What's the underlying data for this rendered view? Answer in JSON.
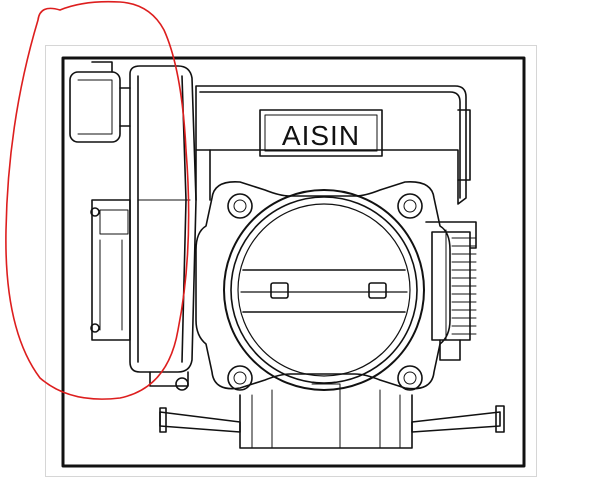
{
  "figure": {
    "brand_label": "AISIN"
  },
  "colors": {
    "line": "#111111",
    "annotation": "#dd1e1e",
    "background": "#ffffff",
    "frame_shadow": "#d6d6d6"
  },
  "annotation": {
    "shape": "freehand-ellipse",
    "color_name": "red"
  }
}
